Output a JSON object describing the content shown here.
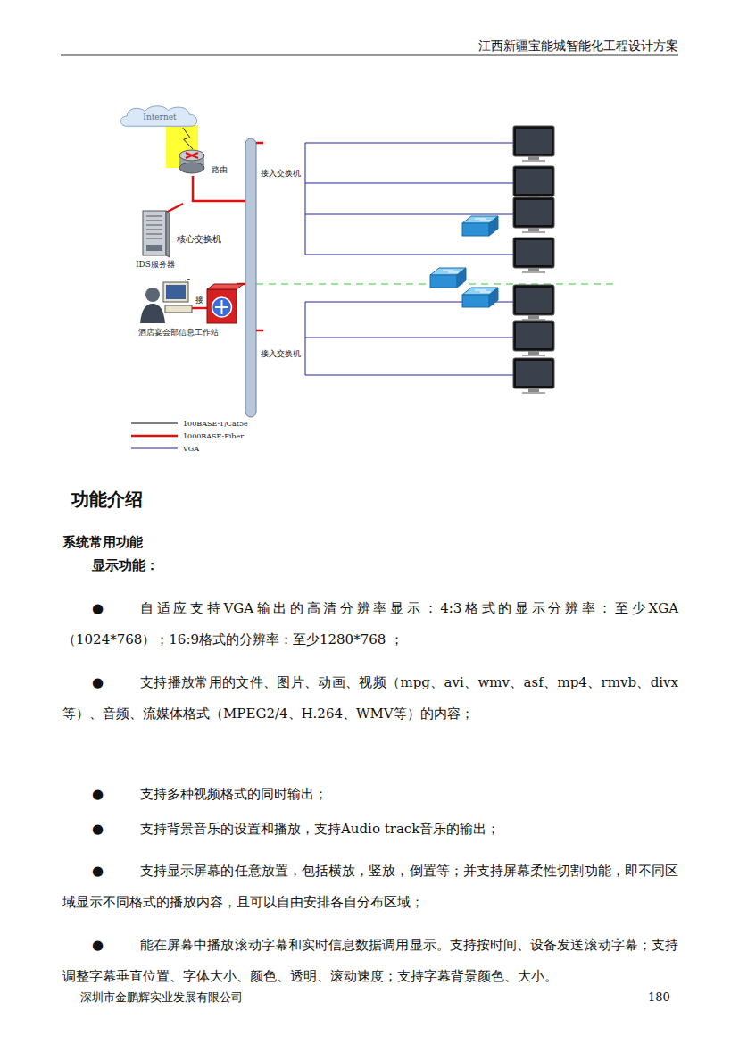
{
  "diagram": {
    "nodes": [
      {
        "text": [
          "Internet"
        ]
      },
      {
        "text": [
          "路由"
        ]
      },
      {
        "text": [
          "IDS服务器"
        ]
      },
      {
        "text": [
          "酒店宴会部信息工作站"
        ]
      }
    ],
    "edges": [
      {
        "from": 0,
        "to": 1,
        "arrow": "none"
      }
    ],
    "labels": [
      "江西新疆宝能城智能化工程设计方案",
      "接入交换机",
      "核心交换机",
      "接",
      "接入交换机",
      "功能介绍",
      "系统常用功能",
      "显示功能：",
      "●",
      "自适应支持VGA输出的高清分辨率显示：4:3格式的显示分辨率：至少XGA（1024*768）；16:9格式的分辨率：至少1280*768 ；",
      "●",
      "支持播放常用的文件、图片、动画、视频（mpg、avi、wmv、asf、mp4、rmvb、divx等）、音频、流媒体格式（MPEG2/4、H.264、WMV等）的内容；",
      "●",
      "支持多种视频格式的同时输出；",
      "●",
      "支持背景音乐的设置和播放，支持Audio track音乐的输出；",
      "●",
      "支持显示屏幕的任意放置，包括横放，竖放，倒置等；并支持屏幕柔性切割功能，即不同区域显示不同格式的播放内容，且可以自由安排各自分布区域；",
      "●",
      "能在屏幕中播放滚动字幕和实时信息数据调用显示。支持按时间、设备发送滚动字幕；支持调整字幕垂直位置、字体大小、颜色、透明、滚动速度；支持字幕背景颜色、大小。",
      "深圳市金鹏辉实业发展有限公司",
      "180"
    ],
    "legend": [
      {
        "text": "100BASE-T/Cat5e"
      },
      {
        "text": "1000BASE-Fiber"
      },
      {
        "text": "VGA"
      }
    ]
  }
}
